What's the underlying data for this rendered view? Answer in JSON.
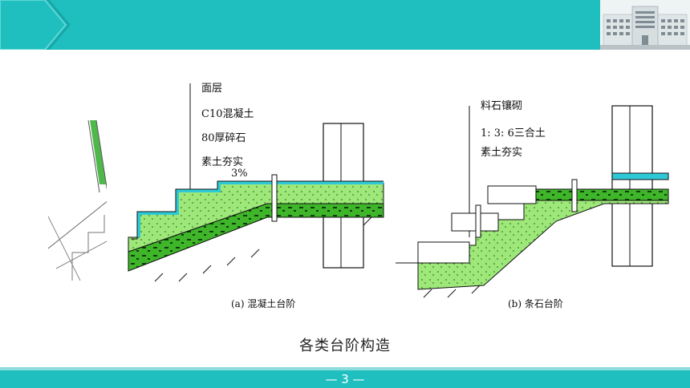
{
  "page_number_text": "— 3 —",
  "caption": "各类台阶构造",
  "diagram_a": {
    "labels": [
      "面层",
      "C10混凝土",
      "80厚碎石",
      "素土夯实"
    ],
    "slope": "3%",
    "subcaption": "(a) 混凝土台阶"
  },
  "diagram_b": {
    "labels": [
      "料石镶砌",
      "1: 3: 6三合土",
      "素土夯实"
    ],
    "subcaption": "(b) 条石台阶"
  },
  "colors": {
    "bar": "#1fbfc0",
    "concrete": "#9ee87a",
    "gravel": "#3fb52a",
    "surface": "#2ec9d6"
  }
}
